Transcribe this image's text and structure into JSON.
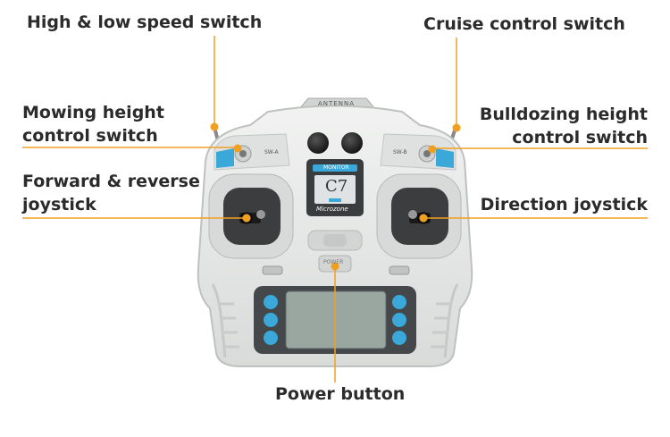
{
  "labels": {
    "high_low_speed": "High & low speed switch",
    "cruise_control": "Cruise control switch",
    "mowing_height_1": "Mowing height",
    "mowing_height_2": "control switch",
    "bulldozing_height_1": "Bulldozing height",
    "bulldozing_height_2": "control switch",
    "forward_reverse_1": "Forward & reverse",
    "forward_reverse_2": "joystick",
    "direction_joystick": "Direction joystick",
    "power_button": "Power button"
  },
  "device": {
    "antenna_label": "ANTENNA",
    "model": "C7",
    "brand": "Microzone",
    "monitor_label": "MONITOR",
    "left_switch_label": "SW-A",
    "right_switch_label": "SW-B",
    "power_label": "POWER"
  },
  "colors": {
    "callout": "#f0a020",
    "body": "#e6e7e6",
    "body_shade": "#cfd1d0",
    "accent_blue": "#3aa8d8",
    "screen": "#9aa6a0",
    "text": "#2b2b2b"
  }
}
